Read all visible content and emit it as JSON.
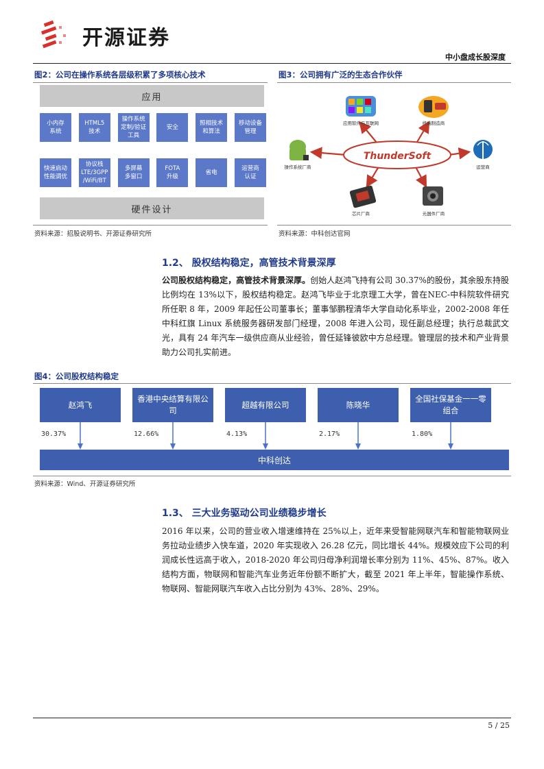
{
  "header": {
    "logo_text": "开源证券",
    "report_type": "中小盘成长股深度"
  },
  "fig2": {
    "title": "图2：公司在操作系统各层级积累了多项核心技术",
    "top_layer": "应用",
    "bottom_layer": "硬件设计",
    "row1": [
      "小内存\n系统",
      "HTML5\n技术",
      "操作系统\n定制/验证\n工具",
      "安全",
      "照相技术\n和算法",
      "移动设备\n管理"
    ],
    "row2": [
      "快速启动\n性能调优",
      "协议栈\nLTE/3GPP\n/WiFi/BT",
      "多屏幕\n多窗口",
      "FOTA\n升级",
      "省电",
      "运营商\n认证"
    ],
    "source": "资料来源：招股说明书、开源证券研究所"
  },
  "fig3": {
    "title": "图3：公司拥有广泛的生态合作伙伴",
    "center": "ThunderSoft",
    "nodes": [
      "应用软件与互联网",
      "终端制造商",
      "操作系统厂商",
      "运营商",
      "芯片厂商",
      "元器件厂商"
    ],
    "source": "资料来源：中科创达官网"
  },
  "section12": {
    "heading": "1.2、 股权结构稳定，高管技术背景深厚",
    "lead": "公司股权结构稳定，高管技术背景深厚。",
    "body": "创始人赵鸿飞持有公司 30.37%的股份，其余股东持股比例均在 13%以下，股权结构稳定。赵鸿飞毕业于北京理工大学，曾在NEC-中科院软件研究所任职 8 年，2009 年起任公司董事长；董事邹鹏程清华大学自动化系毕业，2002-2008 年任中科红旗 Linux 系统服务器研发部门经理，2008 年进入公司，现任副总经理；执行总裁武文光，具有 24 年汽车一级供应商从业经验，曾任延锋彼欧中方总经理。管理层的技术和产业背景助力公司扎实前进。"
  },
  "fig4": {
    "title": "图4：公司股权结构稳定",
    "shareholders": [
      {
        "name": "赵鸿飞",
        "pct": "30.37%"
      },
      {
        "name": "香港中央结算有限公司",
        "pct": "12.66%"
      },
      {
        "name": "超越有限公司",
        "pct": "4.13%"
      },
      {
        "name": "陈晓华",
        "pct": "2.17%"
      },
      {
        "name": "全国社保基金一一零组合",
        "pct": "1.80%"
      }
    ],
    "company": "中科创达",
    "source": "资料来源：Wind、开源证券研究所"
  },
  "section13": {
    "heading": "1.3、 三大业务驱动公司业绩稳步增长",
    "body": "2016 年以来，公司的营业收入增速维持在 25%以上，近年来受智能网联汽车和智能物联网业务拉动业绩步入快车道，2020 年实现收入 26.28 亿元，同比增长 44%。规模效应下公司的利润成长性远高于收入，2018-2020 年公司归母净利润增长率分别为 11%、45%、87%。收入结构方面，物联网和智能汽车业务近年份额不断扩大，截至 2021 年上半年，智能操作系统、物联网、智能网联汽车收入占比分别为 43%、28%、29%。"
  },
  "footer": {
    "page": "5 / 25"
  },
  "colors": {
    "accent_blue": "#1f3a8a",
    "tile_blue": "#5b78c9",
    "bar_blue": "#3d5fae",
    "logo_red": "#d9302c"
  }
}
